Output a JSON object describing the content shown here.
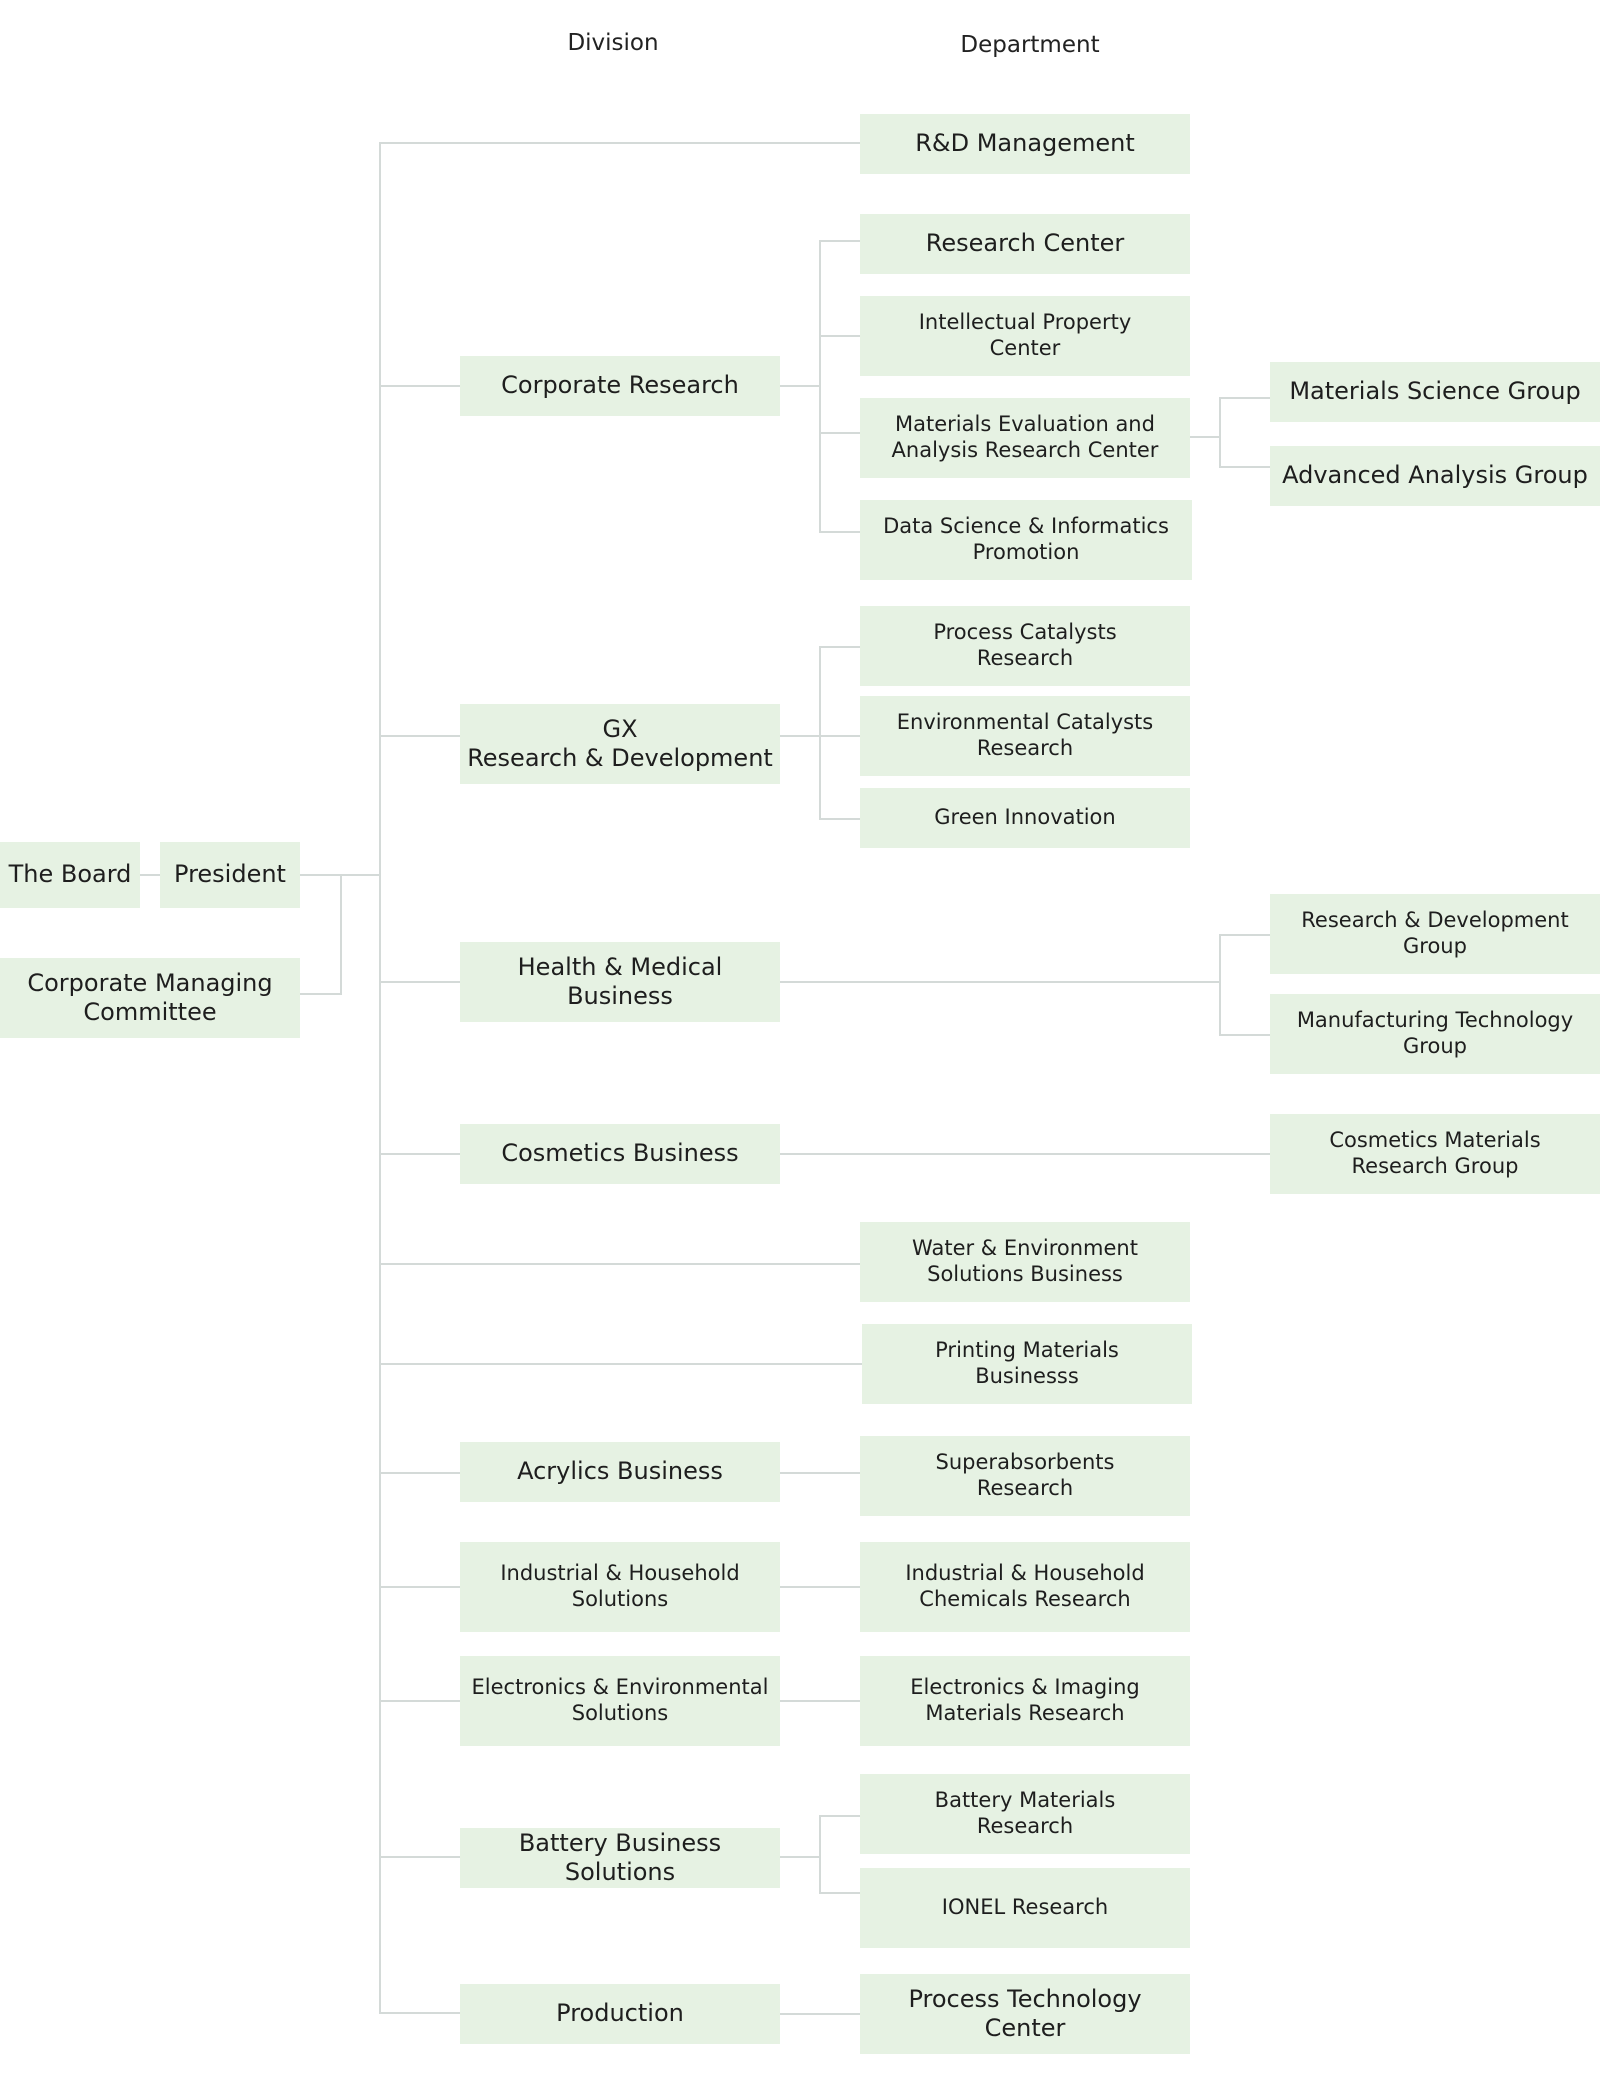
{
  "headers": {
    "division": "Division",
    "department": "Department"
  },
  "top": {
    "board": "The Board",
    "president": "President",
    "committee": "Corporate Managing\nCommittee"
  },
  "divisions": {
    "corporate_research": "Corporate Research",
    "gx": "GX\nResearch & Development",
    "health": "Health & Medical\nBusiness",
    "cosmetics": "Cosmetics Business",
    "acrylics": "Acrylics Business",
    "industrial": "Industrial & Household\nSolutions",
    "electronics": "Electronics & Environmental\nSolutions",
    "battery": "Battery Business Solutions",
    "production": "Production"
  },
  "departments": {
    "rd_management": "R&D Management",
    "research_center": "Research Center",
    "ip_center": "Intellectual Property\nCenter",
    "materials_eval": "Materials Evaluation and\nAnalysis Research Center",
    "data_science": "Data Science & Informatics\nPromotion",
    "process_catalysts": "Process Catalysts\nResearch",
    "env_catalysts": "Environmental Catalysts\nResearch",
    "green_innovation": "Green Innovation",
    "water_env": "Water & Environment\nSolutions Business",
    "printing": "Printing Materials\nBusinesss",
    "superabsorbents": "Superabsorbents\nResearch",
    "industrial_chem": "Industrial & Household\nChemicals Research",
    "electronics_imaging": "Electronics & Imaging\nMaterials Research",
    "battery_materials": "Battery Materials\nResearch",
    "ionel": "IONEL  Research",
    "process_tech": "Process Technology\nCenter"
  },
  "groups": {
    "materials_science": "Materials Science Group",
    "advanced_analysis": "Advanced Analysis Group",
    "rd_group": "Research & Development\nGroup",
    "manufacturing_tech": "Manufacturing Technology\nGroup",
    "cosmetics_materials": "Cosmetics Materials\nResearch Group"
  },
  "colors": {
    "box_fill": "#e6f2e3",
    "connector": "#d4dad8",
    "text": "#1e1e1e"
  }
}
